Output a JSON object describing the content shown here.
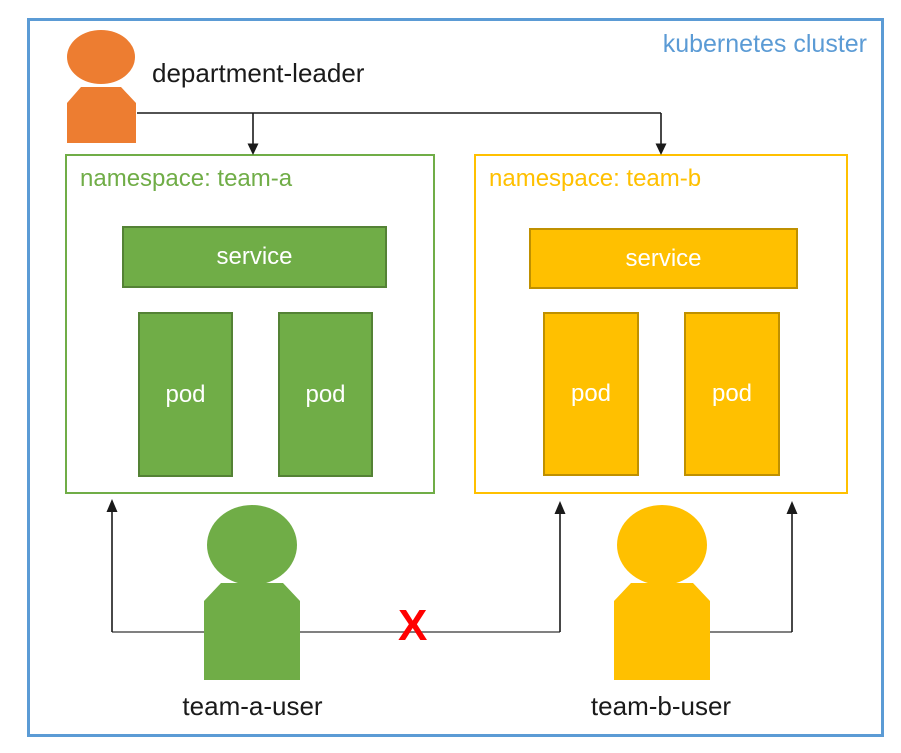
{
  "diagram": {
    "title": "kubernetes cluster",
    "leader": {
      "label": "department-leader"
    },
    "namespaces": [
      {
        "label": "namespace: team-a",
        "service_label": "service",
        "pods": [
          "pod",
          "pod"
        ]
      },
      {
        "label": "namespace: team-b",
        "service_label": "service",
        "pods": [
          "pod",
          "pod"
        ]
      }
    ],
    "users": [
      {
        "label": "team-a-user"
      },
      {
        "label": "team-b-user"
      }
    ],
    "denied_marker": "X"
  },
  "colors": {
    "cluster-blue": "#5B9BD5",
    "team-a-green": "#70AD47",
    "team-a-green-dark": "#548235",
    "team-b-amber": "#FFC000",
    "team-b-amber-dark": "#BF9000",
    "leader-orange": "#ED7D31",
    "denied-red": "#FF0000",
    "connector-gray": "#808080"
  }
}
